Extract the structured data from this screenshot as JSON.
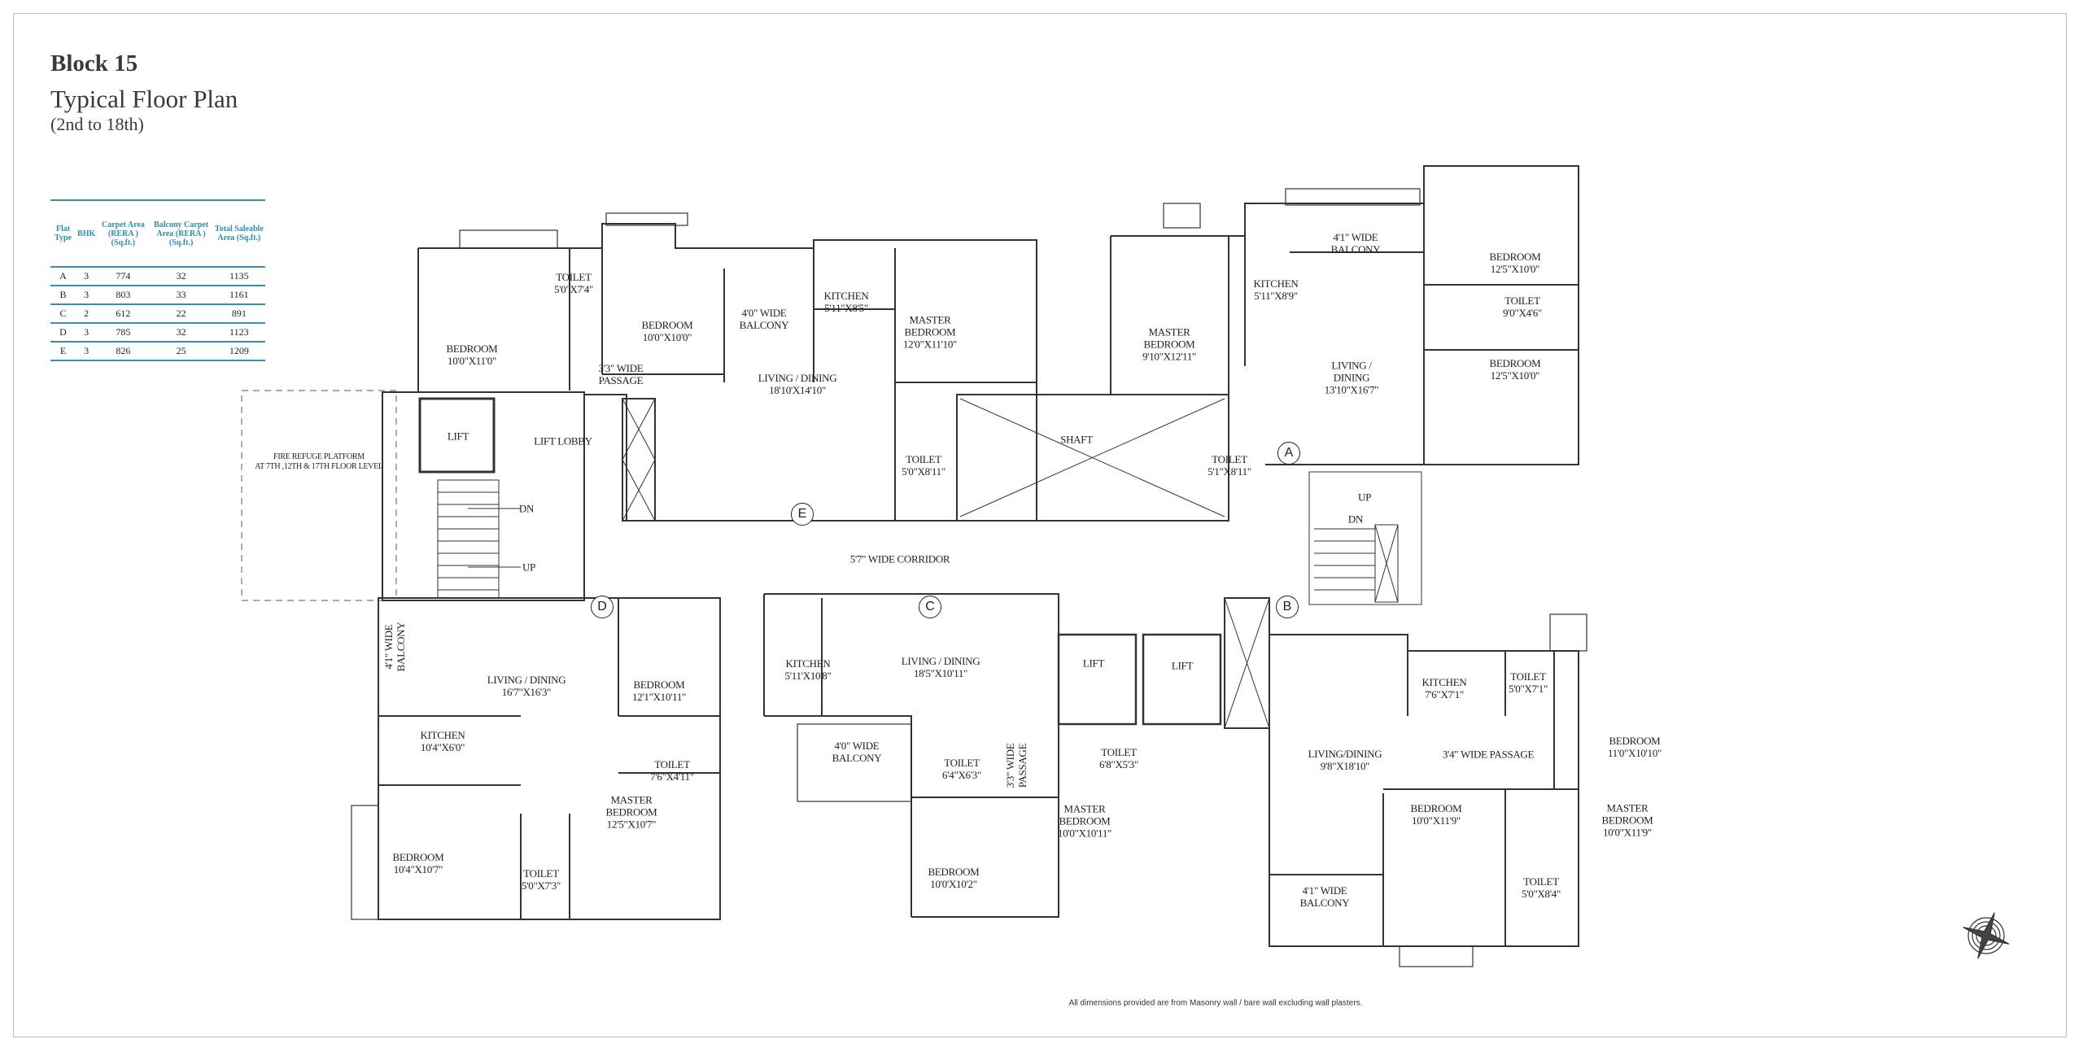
{
  "title": {
    "block": "Block 15",
    "subtitle": "Typical Floor Plan",
    "floors": "(2nd to 18th)"
  },
  "area_table": {
    "headers": [
      "Flat Type",
      "BHK",
      "Carpet Area (RERA ) (Sq.ft.)",
      "Balcony Carpet Area (RERA ) (Sq.ft.)",
      "Total Saleable Area (Sq.ft.)"
    ],
    "rows": [
      [
        "A",
        "3",
        "774",
        "32",
        "1135"
      ],
      [
        "B",
        "3",
        "803",
        "33",
        "1161"
      ],
      [
        "C",
        "2",
        "612",
        "22",
        "891"
      ],
      [
        "D",
        "3",
        "785",
        "32",
        "1123"
      ],
      [
        "E",
        "3",
        "826",
        "25",
        "1209"
      ]
    ],
    "accent": "#2a8fb0"
  },
  "flat_markers": [
    "A",
    "B",
    "C",
    "D",
    "E"
  ],
  "rooms": [
    {
      "name": "TOILET",
      "dim": "5'0\"X7'4\""
    },
    {
      "name": "BEDROOM",
      "dim": "10'0\"X11'0\""
    },
    {
      "name": "BEDROOM",
      "dim": "10'0\"X10'0\""
    },
    {
      "name": "4'0\" WIDE\nBALCONY",
      "dim": ""
    },
    {
      "name": "KITCHEN",
      "dim": "5'11\"X8'5\""
    },
    {
      "name": "3'3\" WIDE\nPASSAGE",
      "dim": ""
    },
    {
      "name": "LIVING / DINING",
      "dim": "18'10'X14'10\""
    },
    {
      "name": "MASTER\nBEDROOM",
      "dim": "12'0\"X11'10\""
    },
    {
      "name": "MASTER\nBEDROOM",
      "dim": "9'10\"X12'11\""
    },
    {
      "name": "TOILET",
      "dim": "5'0\"X8'11\""
    },
    {
      "name": "SHAFT",
      "dim": ""
    },
    {
      "name": "TOILET",
      "dim": "5'1\"X8'11\""
    },
    {
      "name": "KITCHEN",
      "dim": "5'11\"X8'9\""
    },
    {
      "name": "4'1\" WIDE\nBALCONY",
      "dim": ""
    },
    {
      "name": "BEDROOM",
      "dim": "12'5\"X10'0\""
    },
    {
      "name": "TOILET",
      "dim": "9'0\"X4'6\""
    },
    {
      "name": "BEDROOM",
      "dim": "12'5\"X10'0\""
    },
    {
      "name": "LIVING /\nDINING",
      "dim": "13'10\"X16'7\""
    },
    {
      "name": "LIFT",
      "dim": ""
    },
    {
      "name": "LIFT LOBBY",
      "dim": ""
    },
    {
      "name": "FIRE REFUGE PLATFORM\nAT 7TH ,12TH & 17TH FLOOR LEVEL",
      "dim": ""
    },
    {
      "name": "5'7\" WIDE CORRIDOR",
      "dim": ""
    },
    {
      "name": "LIVING / DINING",
      "dim": "16'7\"X16'3\""
    },
    {
      "name": "BEDROOM",
      "dim": "12'1\"X10'11\""
    },
    {
      "name": "KITCHEN",
      "dim": "5'11'X10'8\""
    },
    {
      "name": "LIVING / DINING",
      "dim": "18'5\"X10'11\""
    },
    {
      "name": "KITCHEN",
      "dim": "10'4\"X6'0\""
    },
    {
      "name": "TOILET",
      "dim": "7'6\"X4'11\""
    },
    {
      "name": "4'0\" WIDE\nBALCONY",
      "dim": ""
    },
    {
      "name": "TOILET",
      "dim": "6'4\"X6'3\""
    },
    {
      "name": "MASTER\nBEDROOM",
      "dim": "12'5\"X10'7\""
    },
    {
      "name": "BEDROOM",
      "dim": "10'4\"X10'7\""
    },
    {
      "name": "TOILET",
      "dim": "5'0\"X7'3\""
    },
    {
      "name": "BEDROOM",
      "dim": "10'0'X10'2\""
    },
    {
      "name": "LIFT",
      "dim": ""
    },
    {
      "name": "LIFT",
      "dim": ""
    },
    {
      "name": "TOILET",
      "dim": "6'8\"X5'3\""
    },
    {
      "name": "MASTER\nBEDROOM",
      "dim": "10'0\"X10'11\""
    },
    {
      "name": "KITCHEN",
      "dim": "7'6\"X7'1\""
    },
    {
      "name": "TOILET",
      "dim": "5'0\"X7'1\""
    },
    {
      "name": "LIVING/DINING",
      "dim": "9'8\"X18'10\""
    },
    {
      "name": "3'4\" WIDE PASSAGE",
      "dim": ""
    },
    {
      "name": "BEDROOM",
      "dim": "10'0\"X11'9\""
    },
    {
      "name": "TOILET",
      "dim": "5'0\"X8'4\""
    },
    {
      "name": "4'1\" WIDE\nBALCONY",
      "dim": ""
    },
    {
      "name": "BEDROOM",
      "dim": "11'0\"X10'10\""
    },
    {
      "name": "MASTER\nBEDROOM",
      "dim": "10'0\"X11'9\""
    },
    {
      "name": "4'1\" WIDE\nBALCONY",
      "dim": ""
    },
    {
      "name": "3'3\" WIDE\nPASSAGE",
      "dim": ""
    }
  ],
  "stairs": {
    "up": "UP",
    "down": "DN"
  },
  "footnote": "All dimensions provided are from Masonry wall / bare wall excluding wall plasters."
}
